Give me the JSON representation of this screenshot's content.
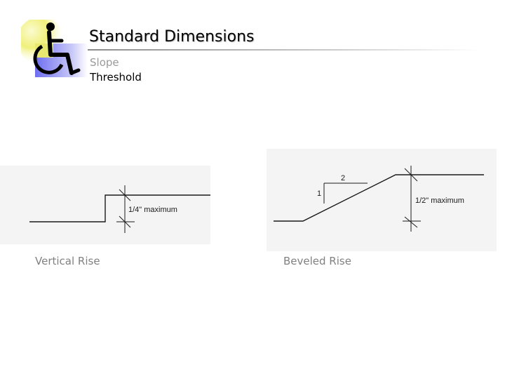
{
  "header": {
    "title": "Standard Dimensions",
    "items": [
      "Slope",
      "Threshold"
    ]
  },
  "diagrams": {
    "vertical": {
      "caption": "Vertical Rise",
      "dimension_label": "1/4\" maximum"
    },
    "beveled": {
      "caption": "Beveled Rise",
      "dimension_label": "1/2\" maximum",
      "slope_run_label": "2",
      "slope_rise_label": "1"
    }
  },
  "icons": {
    "logo": "wheelchair-accessibility-icon"
  },
  "colors": {
    "diagram_background": "#f4f4f4",
    "logo_square": "#6e6ef0",
    "logo_highlight": "#f0f07a"
  }
}
